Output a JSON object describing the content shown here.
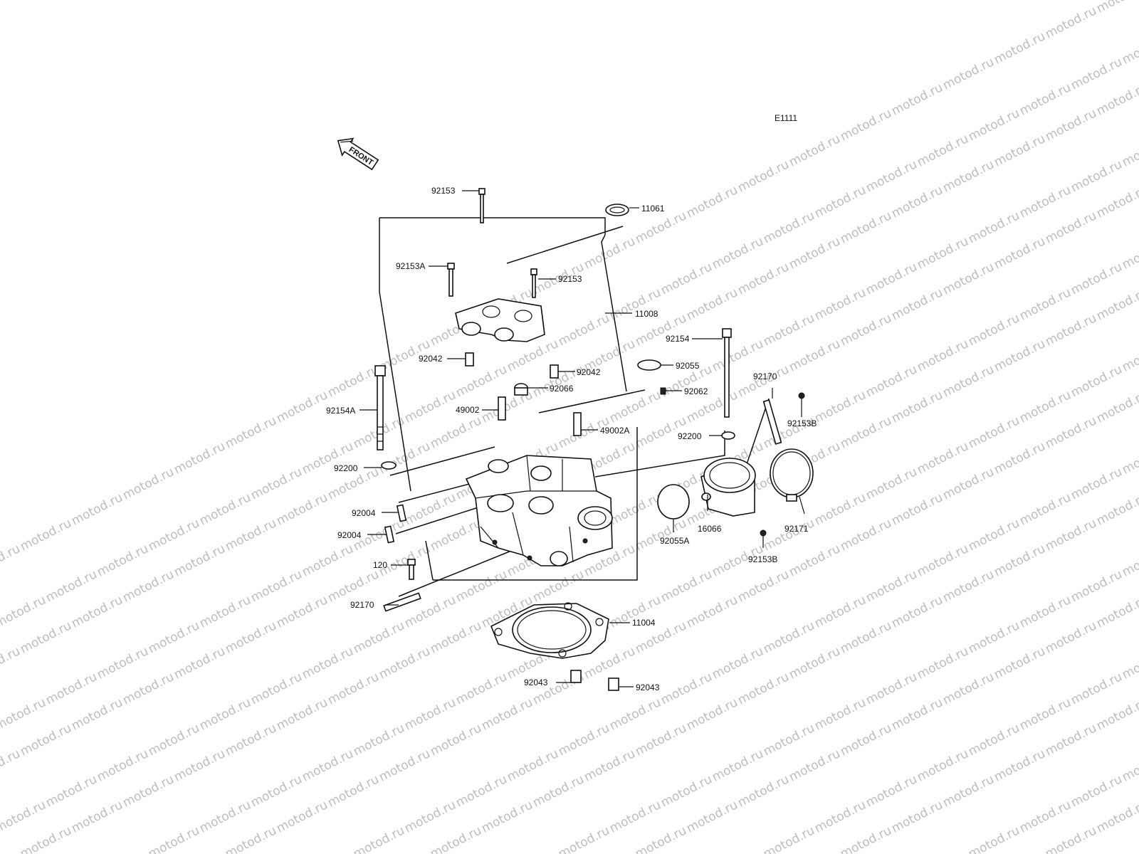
{
  "diagram": {
    "code": "E1111",
    "front_label": "FRONT",
    "watermark": "motod.ru",
    "part_labels": {
      "p11061": "11061",
      "p92153_top": "92153",
      "p92153A": "92153A",
      "p92153_right": "92153",
      "p11008": "11008",
      "p92154": "92154",
      "p92042_left": "92042",
      "p92042_right": "92042",
      "p92055": "92055",
      "p92066": "92066",
      "p92062": "92062",
      "p92170_right": "92170",
      "p92154A": "92154A",
      "p49002": "49002",
      "p49002A": "49002A",
      "p92153B_top": "92153B",
      "p92200_right": "92200",
      "p92200_left": "92200",
      "p92004_a": "92004",
      "p92004_b": "92004",
      "p16066": "16066",
      "p92055A": "92055A",
      "p92171": "92171",
      "p92153B_bottom": "92153B",
      "p120": "120",
      "p92170_left": "92170",
      "p11004": "11004",
      "p92043_left": "92043",
      "p92043_right": "92043"
    }
  }
}
